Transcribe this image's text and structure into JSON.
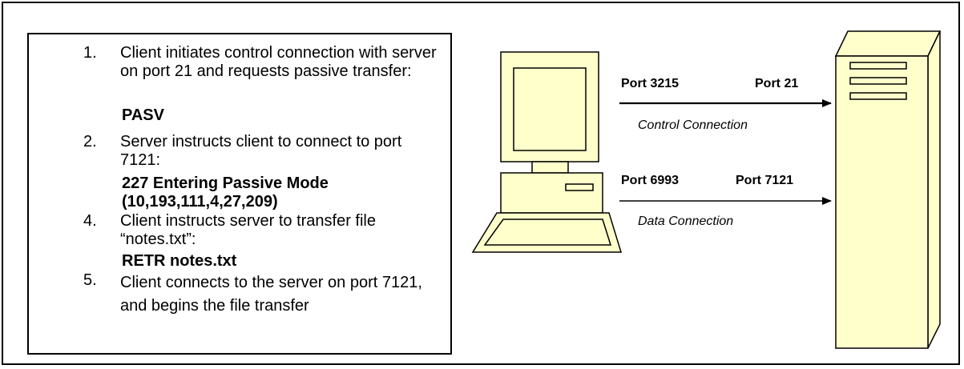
{
  "steps": [
    {
      "number": "1.",
      "text": "Client initiates control connection with server on port 21 and requests passive transfer:",
      "command": "PASV"
    },
    {
      "number": "2.",
      "text": "Server instructs client to connect to port 7121:",
      "command_lines": [
        "227 Entering Passive Mode",
        "(10,193,111,4,27,209)"
      ]
    },
    {
      "number": "4.",
      "text": "Client instructs server to transfer file “notes.txt”:",
      "command": "RETR notes.txt"
    },
    {
      "number": "5.",
      "text": "Client connects to the server on port 7121, and begins the file transfer"
    }
  ],
  "connections": {
    "control": {
      "client_port": "Port 3215",
      "server_port": "Port 21",
      "label": "Control Connection"
    },
    "data": {
      "client_port": "Port 6993",
      "server_port": "Port 7121",
      "label": "Data Connection"
    }
  },
  "colors": {
    "device_fill": "#ffffcc",
    "stroke": "#000000"
  },
  "icons": {
    "client": "desktop-computer-icon",
    "server": "tower-server-icon"
  }
}
